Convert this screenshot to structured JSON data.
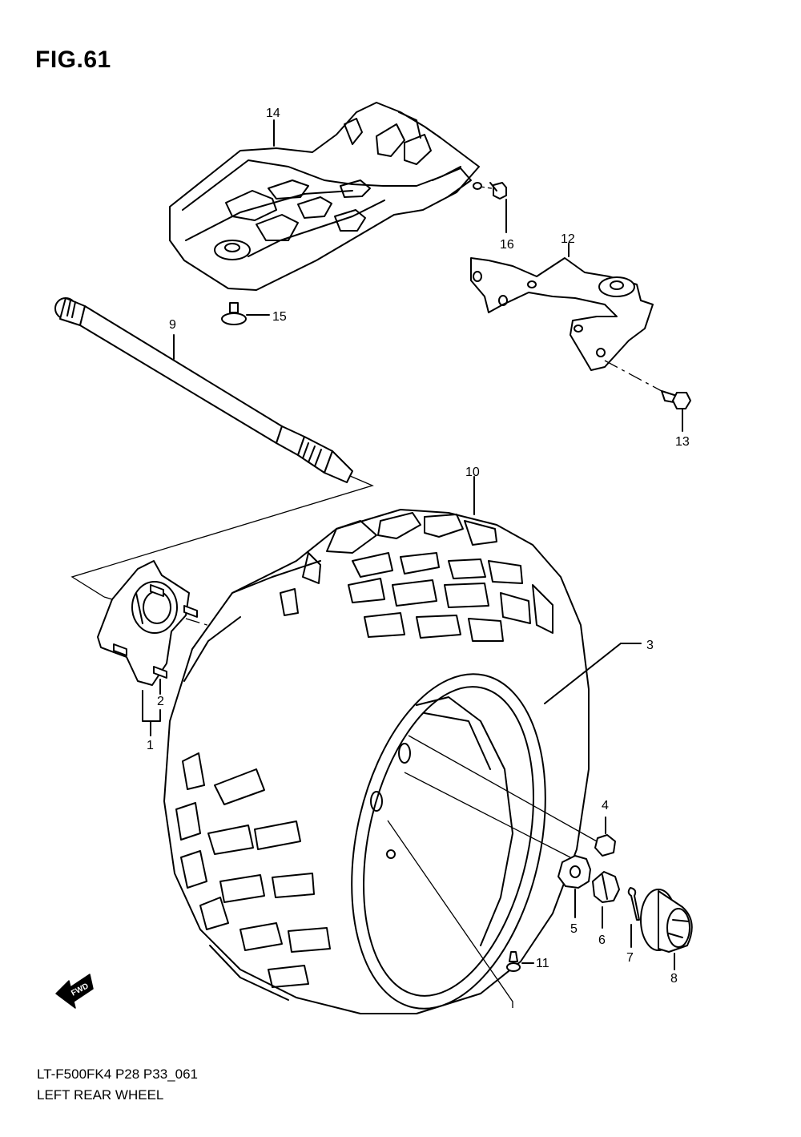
{
  "figure": {
    "title": "FIG.61",
    "model_code": "LT-F500FK4 P28 P33_061",
    "name": "LEFT REAR WHEEL"
  },
  "direction_marker": "FWD",
  "callouts": [
    "1",
    "2",
    "3",
    "4",
    "5",
    "6",
    "7",
    "8",
    "9",
    "10",
    "11",
    "12",
    "13",
    "14",
    "15",
    "16"
  ]
}
